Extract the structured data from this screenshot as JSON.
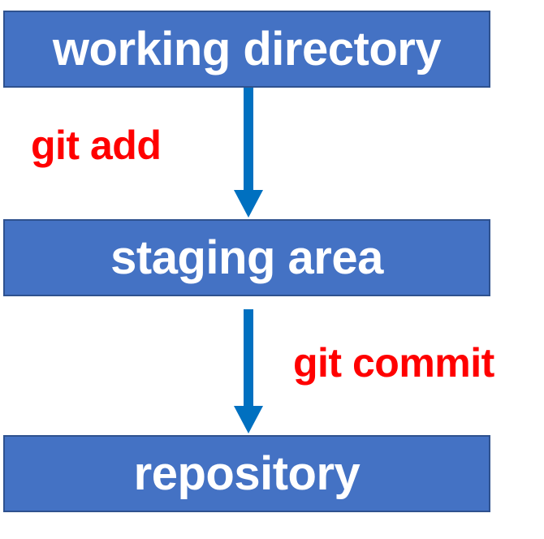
{
  "stages": {
    "working_directory": "working directory",
    "staging_area": "staging area",
    "repository": "repository"
  },
  "commands": {
    "add": "git add",
    "commit": "git commit"
  },
  "colors": {
    "box_fill": "#4472c4",
    "box_border": "#2f528f",
    "arrow": "#0070c0",
    "command_text": "#ff0000",
    "box_text": "#ffffff"
  }
}
